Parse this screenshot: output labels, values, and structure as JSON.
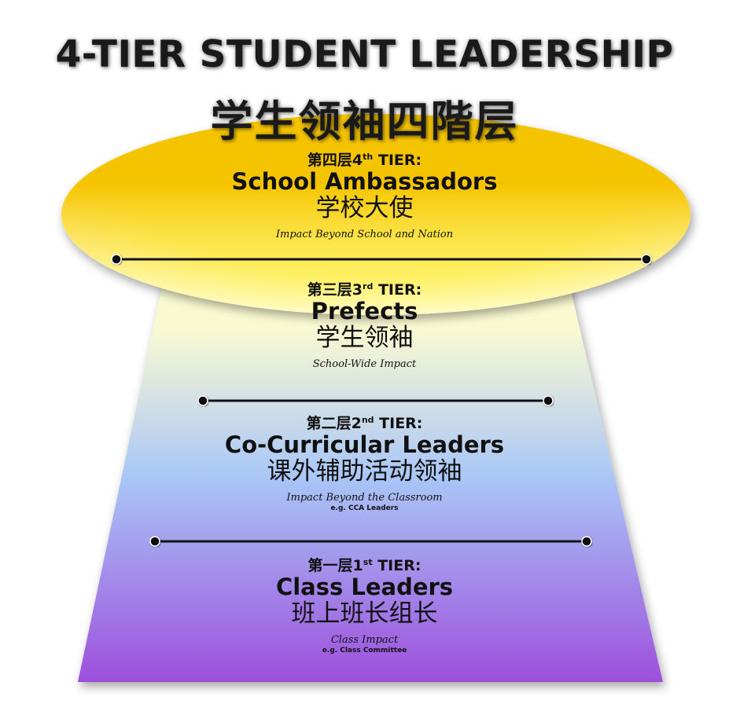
{
  "title": {
    "english": "4-TIER STUDENT LEADERSHIP",
    "chinese": "学生领袖四階层"
  },
  "tiers": [
    {
      "label_zh": "第四层",
      "number": "4",
      "suffix": "th",
      "label_word": "TIER:",
      "name": "School Ambassadors",
      "name_zh": "学校大使",
      "impact": "Impact Beyond School and Nation",
      "example": ""
    },
    {
      "label_zh": "第三层",
      "number": "3",
      "suffix": "rd",
      "label_word": "TIER:",
      "name": "Prefects",
      "name_zh": "学生领袖",
      "impact": "School-Wide Impact",
      "example": ""
    },
    {
      "label_zh": "第二层",
      "number": "2",
      "suffix": "nd",
      "label_word": "TIER:",
      "name": "Co-Curricular Leaders",
      "name_zh": "课外辅助活动领袖",
      "impact": "Impact Beyond the Classroom",
      "example": "e.g. CCA Leaders"
    },
    {
      "label_zh": "第一层",
      "number": "1",
      "suffix": "st",
      "label_word": "TIER:",
      "name": "Class Leaders",
      "name_zh": "班上班长组长",
      "impact": "Class Impact",
      "example": "e.g. Class Committee"
    }
  ],
  "colors": {
    "ellipse_top": "#f5c400",
    "ellipse_mid": "#fff36b",
    "ellipse_bottom": "#fffde0",
    "trapezoid_top": "#fafad2",
    "trapezoid_blue": "#a9c6f7",
    "trapezoid_bottom": "#9d4fdc",
    "divider": "#111111",
    "title_text": "#1a1a1a"
  }
}
